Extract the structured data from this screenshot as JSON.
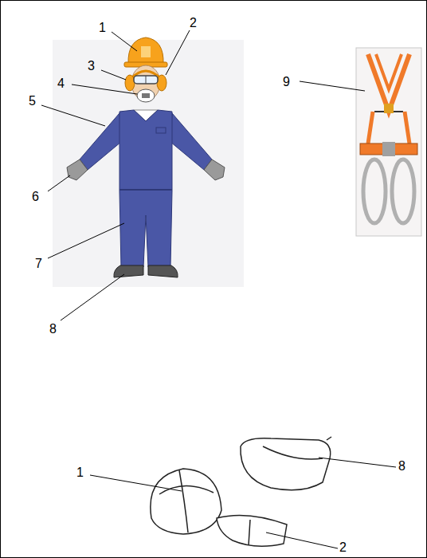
{
  "diagram": {
    "labels": [
      "1",
      "2",
      "3",
      "4",
      "9",
      "5",
      "6",
      "7",
      "8",
      "1",
      "8",
      "2"
    ]
  }
}
